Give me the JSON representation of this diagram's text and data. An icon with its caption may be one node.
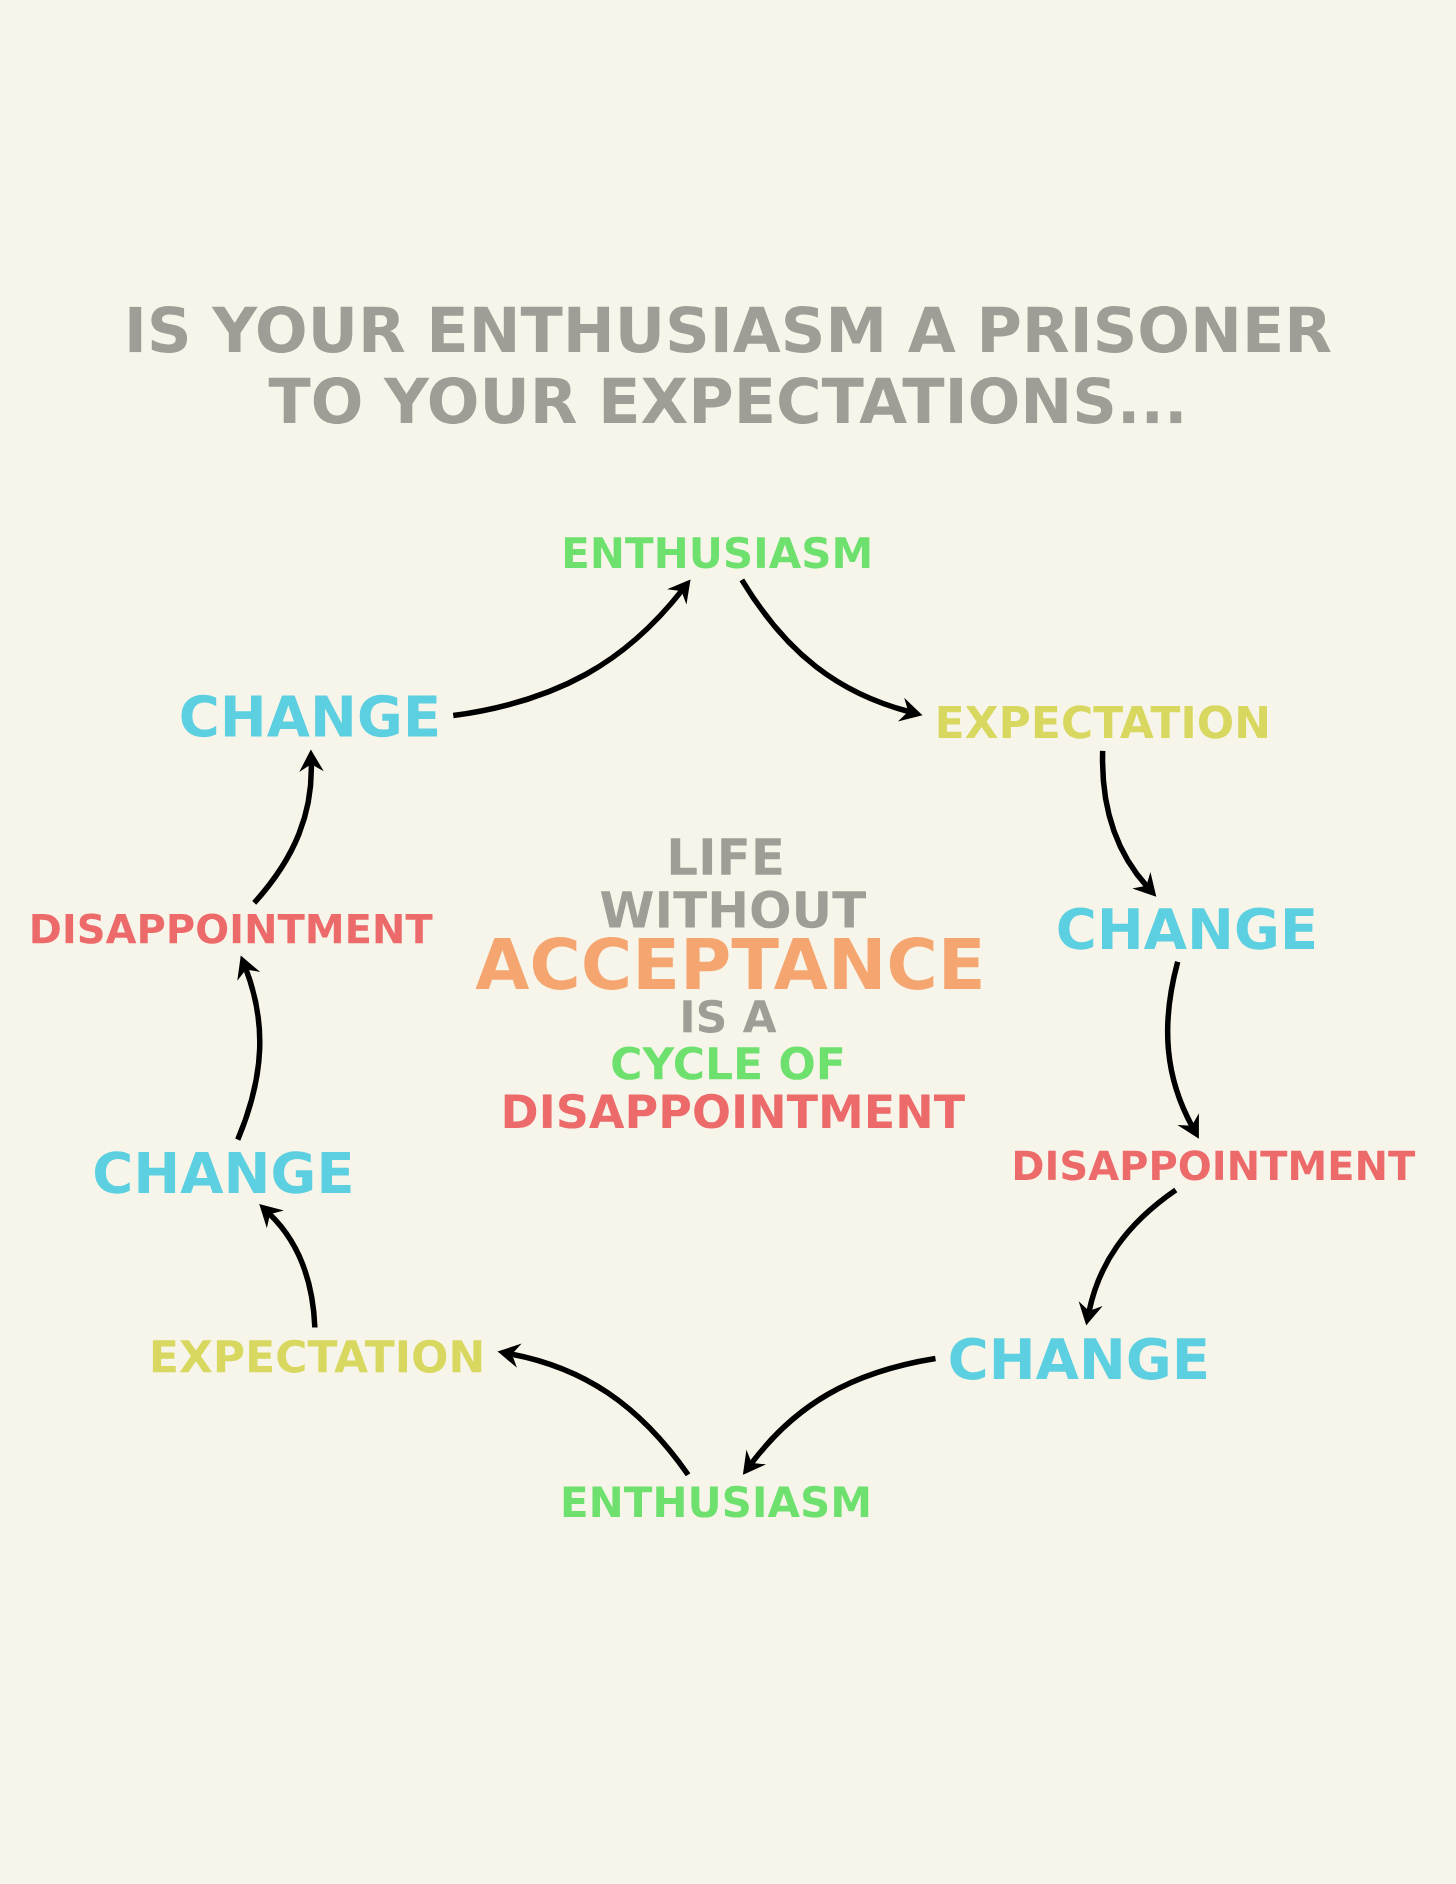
{
  "diagram": {
    "title": "IS YOUR ENTHUSIASM A PRISONER TO YOUR EXPECTATIONS...",
    "nodes": [
      {
        "text": [
          "ENTHUSIASM"
        ]
      },
      {
        "text": [
          "EXPECTATION"
        ]
      },
      {
        "text": [
          "CHANGE"
        ]
      },
      {
        "text": [
          "DISAPPOINTMENT"
        ]
      },
      {
        "text": [
          "CHANGE"
        ]
      },
      {
        "text": [
          "ENTHUSIASM"
        ]
      },
      {
        "text": [
          "EXPECTATION"
        ]
      },
      {
        "text": [
          "CHANGE"
        ]
      },
      {
        "text": [
          "DISAPPOINTMENT"
        ]
      },
      {
        "text": [
          "CHANGE"
        ]
      }
    ],
    "edges": [
      {
        "from": 0,
        "to": 1,
        "arrow": "to"
      },
      {
        "from": 1,
        "to": 2,
        "arrow": "to"
      },
      {
        "from": 2,
        "to": 3,
        "arrow": "to"
      },
      {
        "from": 3,
        "to": 4,
        "arrow": "to"
      },
      {
        "from": 4,
        "to": 5,
        "arrow": "to"
      },
      {
        "from": 5,
        "to": 6,
        "arrow": "to"
      },
      {
        "from": 6,
        "to": 7,
        "arrow": "to"
      },
      {
        "from": 7,
        "to": 8,
        "arrow": "to"
      },
      {
        "from": 8,
        "to": 9,
        "arrow": "to"
      },
      {
        "from": 9,
        "to": 0,
        "arrow": "to"
      }
    ],
    "labels": [
      "LIFE",
      "WITHOUT",
      "ACCEPTANCE",
      "IS A",
      "CYCLE OF",
      "DISAPPOINTMENT"
    ]
  }
}
